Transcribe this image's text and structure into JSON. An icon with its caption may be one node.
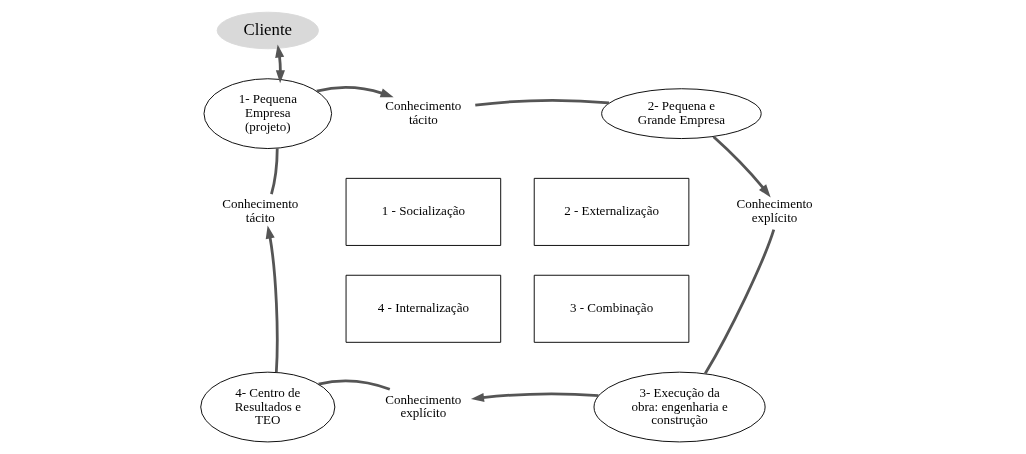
{
  "diagram": {
    "nodes": [
      {
        "text": [
          "Cliente"
        ]
      },
      {
        "text": [
          "1- Pequena Empresa (projeto)"
        ]
      },
      {
        "text": [
          "2- Pequena e Grande Empresa"
        ]
      },
      {
        "text": [
          "3- Execução da obra: engenharia e construção"
        ]
      },
      {
        "text": [
          "4- Centro de Resultados e TEO"
        ]
      },
      {
        "text": [
          "Conhecimento tácito"
        ]
      },
      {
        "text": [
          "Conhecimento explícito"
        ]
      },
      {
        "text": [
          "Conhecimento explícito"
        ]
      },
      {
        "text": [
          "Conhecimento tácito"
        ]
      },
      {
        "text": [
          "1 - Socialização"
        ]
      },
      {
        "text": [
          "2 - Externalização"
        ]
      },
      {
        "text": [
          "4 - Internalização"
        ]
      },
      {
        "text": [
          "3 - Combinação"
        ]
      }
    ],
    "edges": [
      {
        "from": 0,
        "to": 1,
        "arrow": "both"
      },
      {
        "from": 1,
        "to": 5,
        "arrow": "to"
      },
      {
        "from": 5,
        "to": 2,
        "arrow": "none"
      },
      {
        "from": 2,
        "to": 6,
        "arrow": "to"
      },
      {
        "from": 6,
        "to": 3,
        "arrow": "none"
      },
      {
        "from": 3,
        "to": 7,
        "arrow": "to"
      },
      {
        "from": 7,
        "to": 4,
        "arrow": "none"
      },
      {
        "from": 4,
        "to": 8,
        "arrow": "to"
      },
      {
        "from": 8,
        "to": 1,
        "arrow": "none"
      }
    ]
  }
}
